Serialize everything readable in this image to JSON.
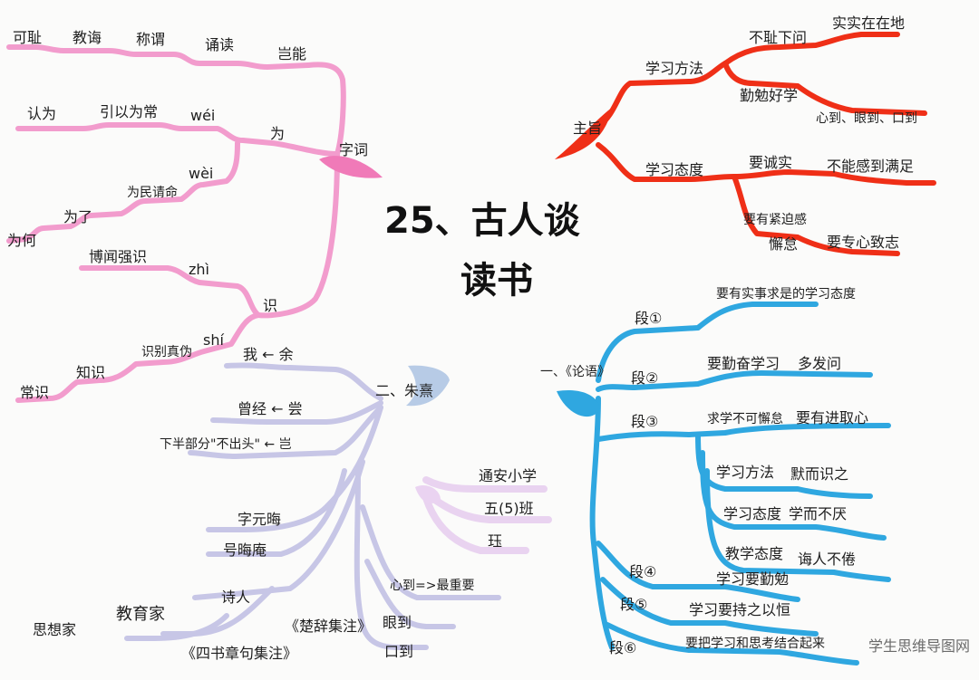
{
  "title": {
    "line1": "25、古人谈",
    "line2": "读书"
  },
  "colors": {
    "pink": "#f29ccd",
    "red": "#ef2f17",
    "blue": "#2fa7e0",
    "lavender": "#c7c6e6"
  },
  "pink": {
    "root": "字词",
    "keneng": "岂能",
    "row1": [
      "可耻",
      "教诲",
      "称谓",
      "诵读"
    ],
    "wei": "为",
    "wei1_reading": "wéi",
    "wei1_words": [
      "认为",
      "引以为常"
    ],
    "wei2_reading": "wèi",
    "wei2_words": [
      "为民请命",
      "为了",
      "为何"
    ],
    "shi": "识",
    "zhi_reading": "zhì",
    "zhi_word": "博闻强识",
    "shi_reading": "shí",
    "shi_words": [
      "识别真伪",
      "知识",
      "常识"
    ]
  },
  "red": {
    "root": "主旨",
    "method": "学习方法",
    "method_a": "不耻下问",
    "method_a_leaf": "实实在在地",
    "method_b": "勤勉好学",
    "method_b_leaf": "心到、眼到、口到",
    "attitude": "学习态度",
    "att_a": "要诚实",
    "att_a_leaf": "不能感到满足",
    "att_b": "要有紧迫感",
    "att_c": "懈怠",
    "att_c_leaf": "要专心致志"
  },
  "blue": {
    "root": "一、《论语》",
    "duan1": "段①",
    "duan1_leaf": "要有实事求是的学习态度",
    "duan2": "段②",
    "duan2_a": "要勤奋学习",
    "duan2_b": "多发问",
    "duan3": "段③",
    "duan3_a": "求学不可懈怠",
    "duan3_b": "要有进取心",
    "duan3_sub": [
      {
        "k": "学习方法",
        "v": "默而识之"
      },
      {
        "k": "学习态度",
        "v": "学而不厌"
      },
      {
        "k": "教学态度",
        "v": "诲人不倦"
      }
    ],
    "duan4": "段④",
    "duan4_leaf": "学习要勤勉",
    "duan5": "段⑤",
    "duan5_leaf": "学习要持之以恒",
    "duan6": "段⑥",
    "duan6_leaf": "要把学习和思考结合起来"
  },
  "lavender": {
    "root": "二、朱熹",
    "yu": "我 ← 余",
    "chang": "曾经 ← 尝",
    "qi": "下半部分\"不出头\" ← 岂",
    "zi": "字元晦",
    "hao": "号晦庵",
    "shiren": "诗人",
    "jiaoyujia": "教育家",
    "sixiangjia": "思想家",
    "chuci": "《楚辞集注》",
    "sishu": "《四书章句集注》",
    "xindao": "心到=>最重要",
    "yandao": "眼到",
    "koudao": "口到"
  },
  "author": {
    "school": "通安小学",
    "class": "五(5)班",
    "name": "珏"
  },
  "watermark": "学生思维导图网"
}
